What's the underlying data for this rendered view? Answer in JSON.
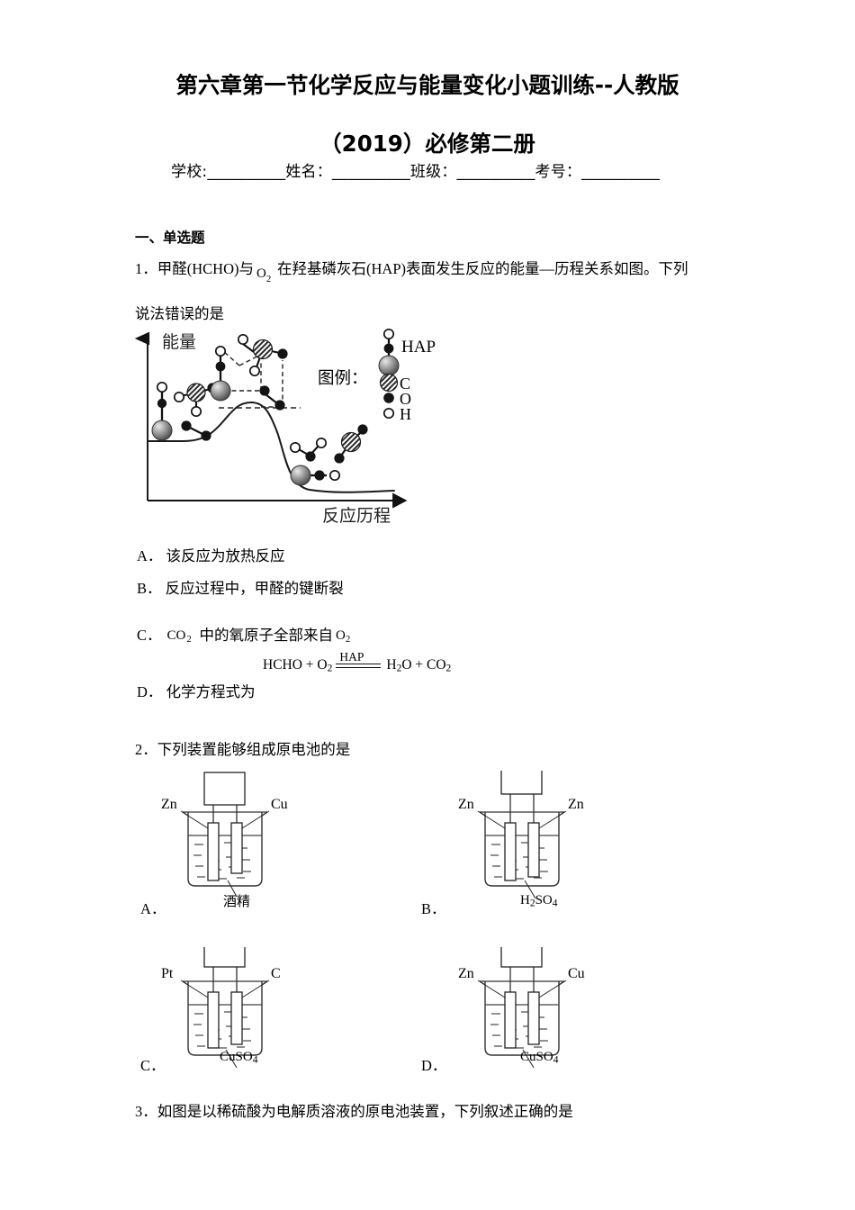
{
  "header": {
    "title": "第六章第一节化学反应与能量变化小题训练--人教版",
    "subtitle": "（2019）必修第二册",
    "id_line": "学校:__________姓名：__________班级：__________考号：__________"
  },
  "section": {
    "label": "一、单选题"
  },
  "questions": [
    {
      "number": "1．",
      "line1_a": "甲醛(HCHO)与",
      "line1_sup": "O",
      "line1_sup_sub": "2",
      "line1_b": "在羟基磷灰石(HAP)表面发生反应的能量—历程关系如图。下列",
      "line2": "说法错误的是",
      "options": [
        {
          "letter": "A．",
          "text": "该反应为放热反应"
        },
        {
          "letter": "B．",
          "text": "反应过程中，甲醛的键断裂"
        },
        {
          "letter": "C．",
          "prefix_chem": "CO",
          "prefix_sub": "2",
          "text": "中的氧原子全部来自",
          "suffix_chem": "O",
          "suffix_sub": "2"
        },
        {
          "letter": "D．",
          "text": "化学方程式为",
          "equation_left": "HCHO + O",
          "equation_left_sub": "2",
          "equation_catalyst": "HAP",
          "equation_right": "H",
          "equation_right_sub1": "2",
          "equation_right_mid": "O + CO",
          "equation_right_sub2": "2"
        }
      ]
    },
    {
      "number": "2．",
      "text": "下列装置能够组成原电池的是"
    },
    {
      "number": "3．",
      "text": "如图是以稀硫酸为电解质溶液的原电池装置，下列叙述正确的是"
    }
  ],
  "figure1": {
    "y_axis_label": "能量",
    "x_axis_label": "反应历程",
    "legend_title": "图例：",
    "legend_items": [
      {
        "key": "HAP",
        "label": "HAP"
      },
      {
        "key": "C",
        "label": "C"
      },
      {
        "key": "O",
        "label": "O"
      },
      {
        "key": "H",
        "label": "H"
      }
    ],
    "colors": {
      "hap_sphere": "#8a8a8a",
      "carbon": "#9a9a9a",
      "oxygen": "#141414",
      "hydrogen": "#ffffff",
      "curve": "#1a1a1a"
    }
  },
  "figure2": {
    "cells": [
      {
        "id": "A",
        "letter": "A．",
        "left_electrode": "Zn",
        "right_electrode": "Cu",
        "solution": "酒精"
      },
      {
        "id": "B",
        "letter": "B．",
        "left_electrode": "Zn",
        "right_electrode": "Zn",
        "solution": "H2SO4",
        "solution_main": "H",
        "solution_sub1": "2",
        "solution_mid": "SO",
        "solution_sub2": "4"
      },
      {
        "id": "C",
        "letter": "C．",
        "left_electrode": "Pt",
        "right_electrode": "C",
        "solution": "CuSO4",
        "solution_main": "CuSO",
        "solution_sub2": "4"
      },
      {
        "id": "D",
        "letter": "D．",
        "left_electrode": "Zn",
        "right_electrode": "Cu",
        "solution": "CuSO4",
        "solution_main": "CuSO",
        "solution_sub2": "4"
      }
    ]
  }
}
